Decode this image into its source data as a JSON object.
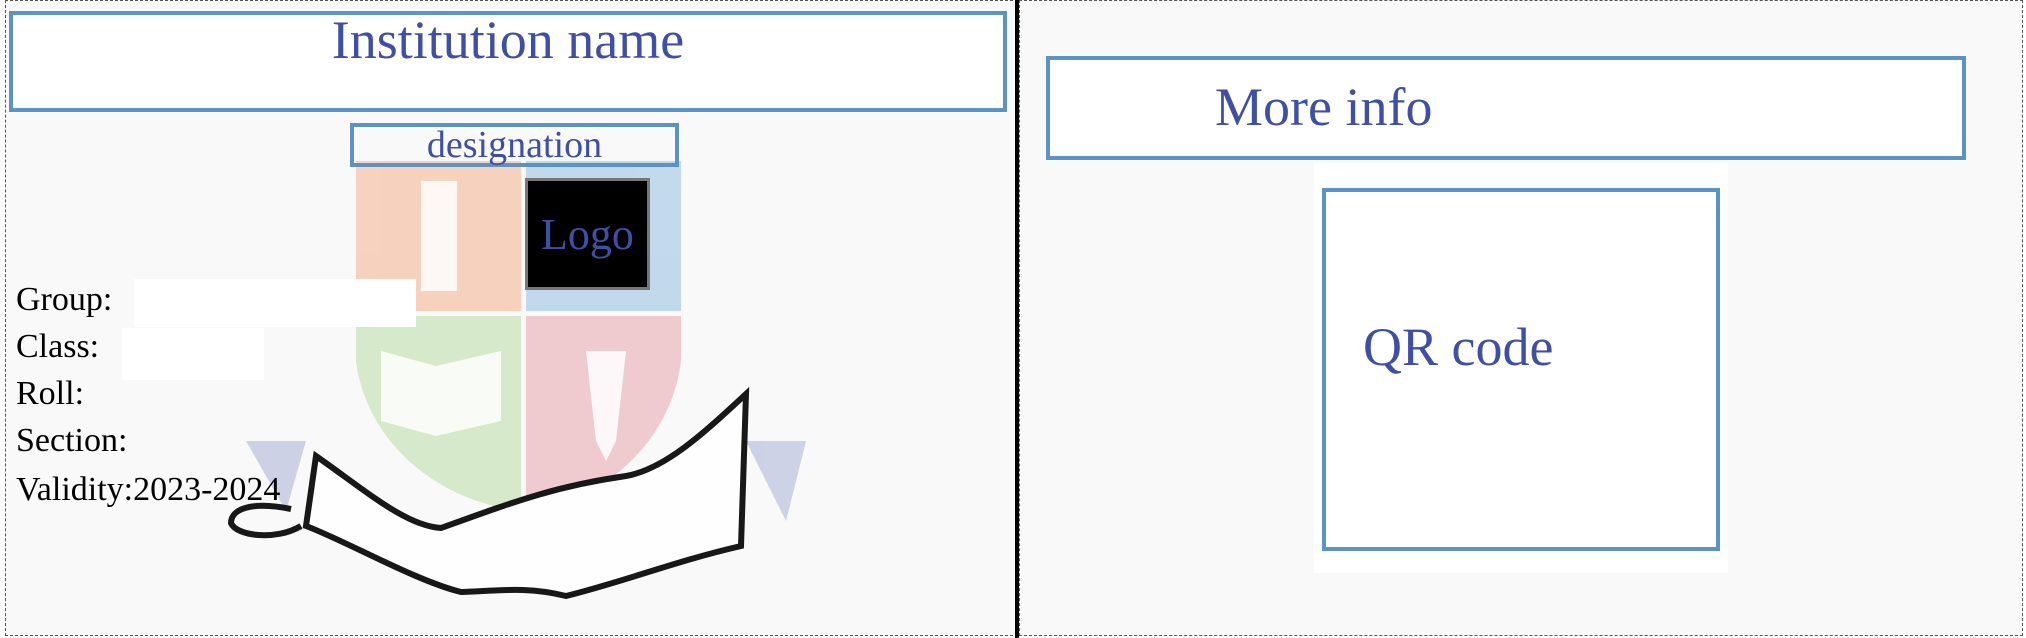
{
  "front": {
    "institution_name": "Institution name",
    "designation": "designation",
    "logo": "Logo",
    "fields": [
      {
        "label": "Group:",
        "value": ""
      },
      {
        "label": "Class:",
        "value": ""
      },
      {
        "label": "Roll:",
        "value": ""
      },
      {
        "label": "Section:",
        "value": ""
      },
      {
        "label": "Validity:",
        "value": "2023-2024"
      }
    ]
  },
  "back": {
    "more_info": "More info",
    "qr_code": "QR code"
  },
  "colors": {
    "accent_text": "#3f4fa3",
    "frame_border": "#5b94c4",
    "emblem_orange": "#f6cdb8",
    "emblem_blue": "#bdd6ea",
    "emblem_green": "#d3e9c6",
    "emblem_red": "#eec7cc"
  }
}
